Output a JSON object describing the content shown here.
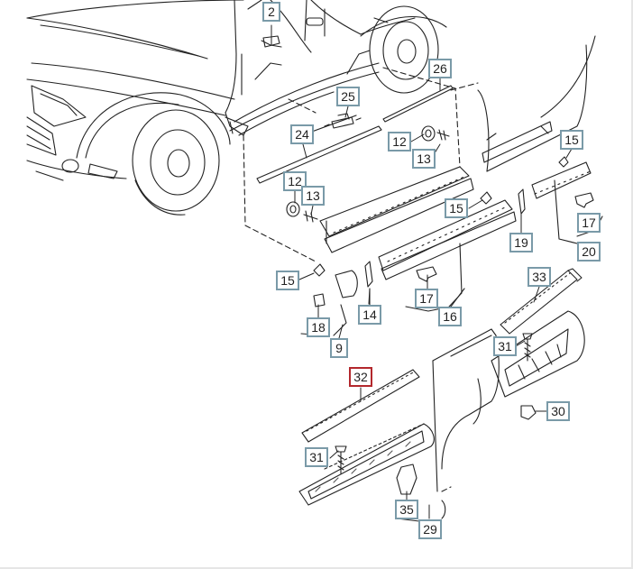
{
  "diagram": {
    "callouts": [
      {
        "id": "c2",
        "text": "2"
      },
      {
        "id": "c26",
        "text": "26"
      },
      {
        "id": "c25",
        "text": "25"
      },
      {
        "id": "c24",
        "text": "24"
      },
      {
        "id": "c12a",
        "text": "12"
      },
      {
        "id": "c13a",
        "text": "13"
      },
      {
        "id": "c12b",
        "text": "12"
      },
      {
        "id": "c13b",
        "text": "13"
      },
      {
        "id": "c15a",
        "text": "15"
      },
      {
        "id": "c15b",
        "text": "15"
      },
      {
        "id": "c17a",
        "text": "17"
      },
      {
        "id": "c20",
        "text": "20"
      },
      {
        "id": "c19",
        "text": "19"
      },
      {
        "id": "c15c",
        "text": "15"
      },
      {
        "id": "c17b",
        "text": "17"
      },
      {
        "id": "c16",
        "text": "16"
      },
      {
        "id": "c14",
        "text": "14"
      },
      {
        "id": "c18",
        "text": "18"
      },
      {
        "id": "c9",
        "text": "9"
      },
      {
        "id": "c33",
        "text": "33"
      },
      {
        "id": "c31a",
        "text": "31"
      },
      {
        "id": "c32",
        "text": "32"
      },
      {
        "id": "c30",
        "text": "30"
      },
      {
        "id": "c31b",
        "text": "31"
      },
      {
        "id": "c35",
        "text": "35"
      },
      {
        "id": "c29",
        "text": "29"
      }
    ],
    "highlighted": "32",
    "colors": {
      "label_border": "#7a9aa8",
      "highlight_border": "#b3282d",
      "line": "#222222"
    }
  }
}
